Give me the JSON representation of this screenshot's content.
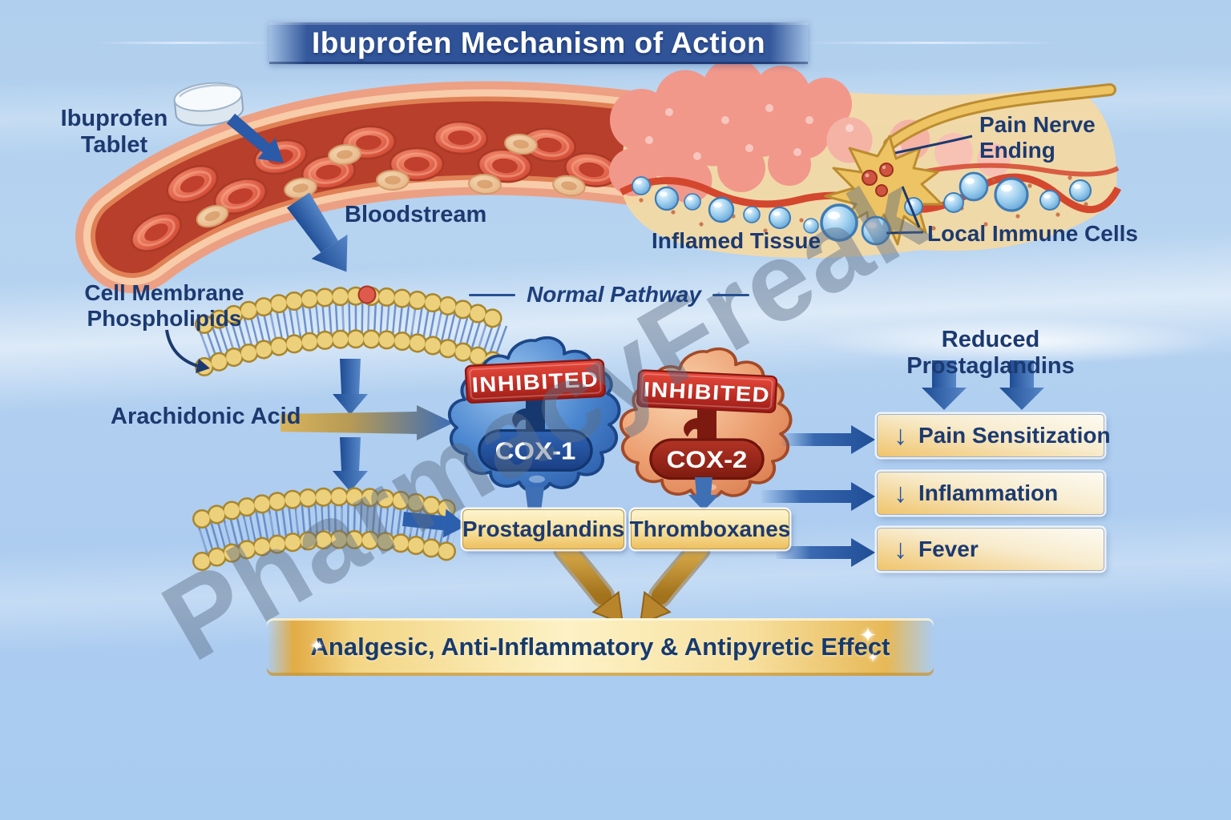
{
  "title": "Ibuprofen Mechanism of Action",
  "watermark": "PharmacyFreak",
  "labels": {
    "tablet": "Ibuprofen\nTablet",
    "bloodstream": "Bloodstream",
    "pain_nerve": "Pain Nerve\nEnding",
    "immune": "Local Immune Cells",
    "inflamed": "Inflamed Tissue",
    "membrane": "Cell Membrane\nPhospholipids",
    "normal_pathway": "Normal Pathway",
    "arachidonic": "Arachidonic Acid",
    "reduced": "Reduced Prostaglandins"
  },
  "enzymes": [
    {
      "name": "COX-1",
      "status": "INHIBITED",
      "product": "Prostaglandins"
    },
    {
      "name": "COX-2",
      "status": "INHIBITED",
      "product": "Thromboxanes"
    }
  ],
  "effects": [
    {
      "icon": "↓",
      "label": "Pain Sensitization"
    },
    {
      "icon": "↓",
      "label": "Inflammation"
    },
    {
      "icon": "↓",
      "label": "Fever"
    }
  ],
  "footer": {
    "banner": "Analgesic, Anti-Inflammatory & Antipyretic Effect",
    "sparkle": "✦"
  },
  "colors": {
    "background": "#aecdf0",
    "navy_text": "#1c3a70",
    "arrow_blue": "#2c5fae",
    "gold": "#e8b84b",
    "inhibited_red": "#c0251d",
    "cox1_blue": "#2a5fae",
    "cox2_orange": "#e08a5e"
  }
}
